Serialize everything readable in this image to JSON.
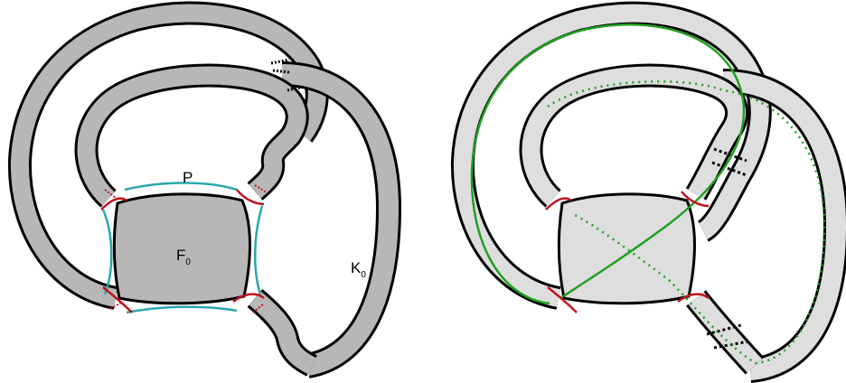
{
  "left_figure": {
    "labels": {
      "P": "P",
      "F_main": "F",
      "F_sub": "0",
      "K_main": "K",
      "K_sub": "0"
    },
    "colors": {
      "band_fill": "#b7b7b7",
      "band_outline": "#000000",
      "arc_cyan": "#2aa7ad",
      "arc_red": "#c0141c"
    }
  },
  "right_figure": {
    "colors": {
      "band_fill": "#dedede",
      "band_outline": "#000000",
      "curve_green": "#1fa022",
      "arc_red": "#c0141c"
    }
  }
}
